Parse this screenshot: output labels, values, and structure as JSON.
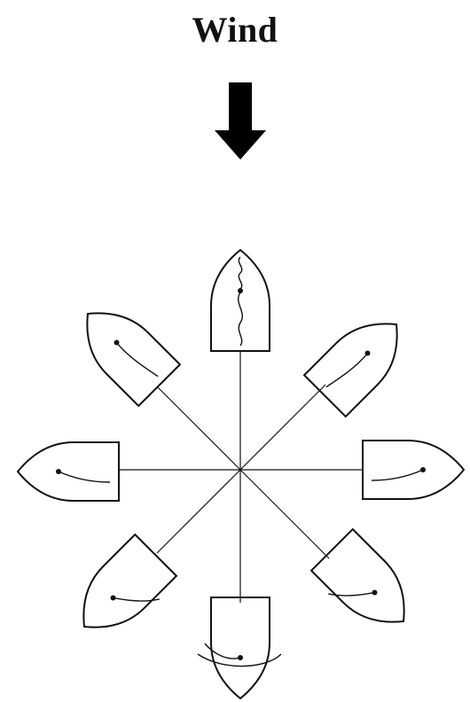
{
  "title": "Wind",
  "colors": {
    "ink": "#111111",
    "arrow": "#000000",
    "background": "#ffffff"
  },
  "boats": [
    {
      "id": "boat-north",
      "heading_deg": 0,
      "sail": "luffing"
    },
    {
      "id": "boat-northeast",
      "heading_deg": 45,
      "sail": "close-hauled"
    },
    {
      "id": "boat-east",
      "heading_deg": 90,
      "sail": "beam-reach"
    },
    {
      "id": "boat-southeast",
      "heading_deg": 135,
      "sail": "broad-reach"
    },
    {
      "id": "boat-south",
      "heading_deg": 180,
      "sail": "running"
    },
    {
      "id": "boat-southwest",
      "heading_deg": 225,
      "sail": "broad-reach"
    },
    {
      "id": "boat-west",
      "heading_deg": 270,
      "sail": "beam-reach"
    },
    {
      "id": "boat-northwest",
      "heading_deg": 315,
      "sail": "close-hauled"
    }
  ]
}
